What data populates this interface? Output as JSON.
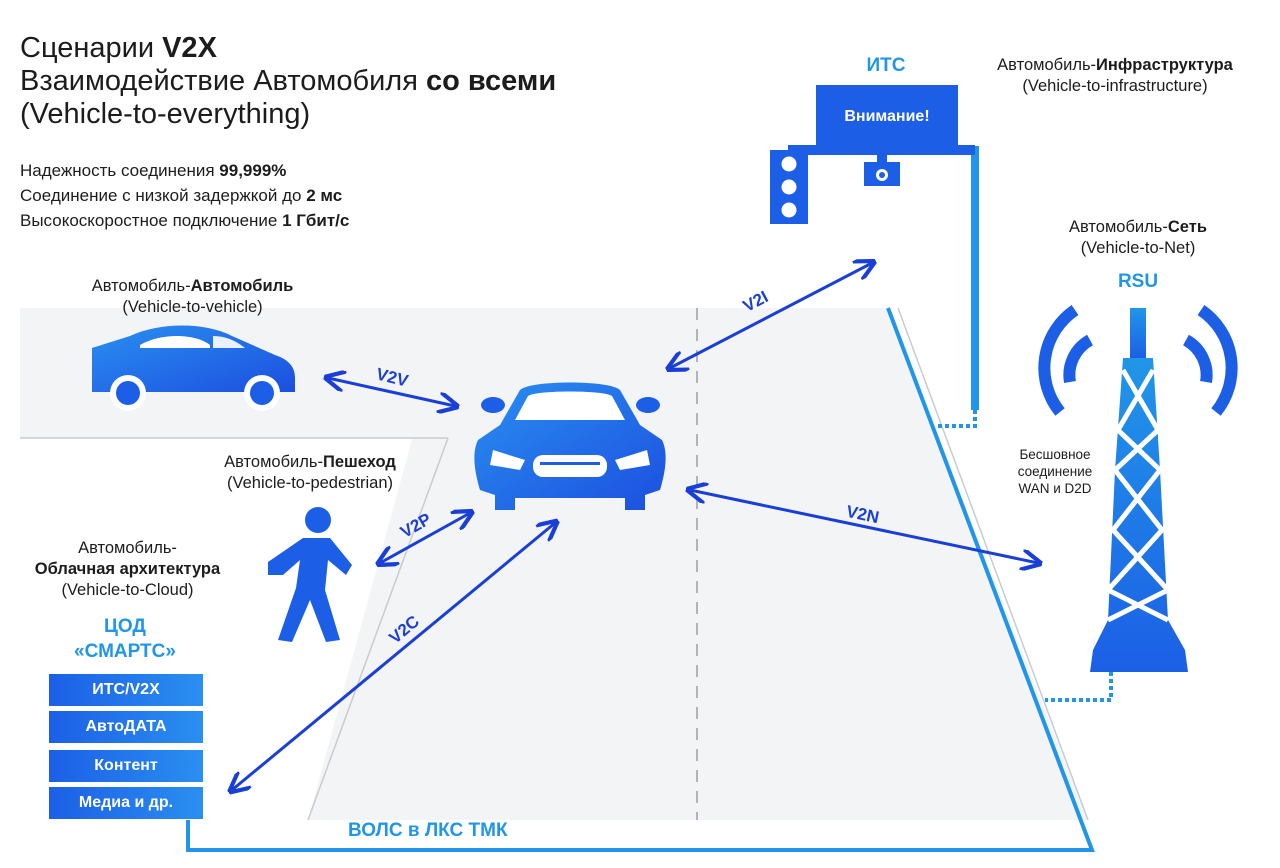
{
  "title": {
    "line1_normal": "Сценарии ",
    "line1_bold": "V2X",
    "line2_normal": "Взаимодействие Автомобиля ",
    "line2_bold": "со всеми",
    "line3": "(Vehicle-to-everything)"
  },
  "features": [
    {
      "text": "Надежность соединения ",
      "bold": "99,999%"
    },
    {
      "text": "Соединение с низкой задержкой до ",
      "bold": "2 мс"
    },
    {
      "text": "Высокоскоростное подключение ",
      "bold": "1 Гбит/с"
    }
  ],
  "v2v": {
    "normal": "Автомобиль-",
    "bold": "Автомобиль",
    "sub": "(Vehicle-to-vehicle)"
  },
  "v2p": {
    "normal": "Автомобиль-",
    "bold": "Пешеход",
    "sub": "(Vehicle-to-pedestrian)"
  },
  "v2c": {
    "normal": "Автомобиль-",
    "bold": "Облачная архитектура",
    "sub": "(Vehicle-to-Cloud)"
  },
  "v2i": {
    "normal": "Автомобиль-",
    "bold": "Инфраструктура",
    "sub": "(Vehicle-to-infrastructure)"
  },
  "v2n": {
    "normal": "Автомобиль-",
    "bold": "Сеть",
    "sub": "(Vehicle-to-Net)"
  },
  "its": {
    "title": "ИТС",
    "sign_text": "Внимание!"
  },
  "rsu": {
    "title": "RSU",
    "note_lines": [
      "Бесшовное",
      "соединение",
      "WAN и D2D"
    ]
  },
  "dc": {
    "title_line1": "ЦОД",
    "title_line2": "«СМАРТС»",
    "services": [
      "ИТС/V2X",
      "АвтоДАТА",
      "Контент",
      "Медиа и др."
    ]
  },
  "links": {
    "v2v": "V2V",
    "v2p": "V2P",
    "v2c": "V2C",
    "v2i": "V2I",
    "v2n": "V2N"
  },
  "fiber": "ВОЛС в ЛКС ТМК",
  "colors": {
    "accent_dark": "#1a3fd6",
    "accent_light": "#2196e8",
    "road": "#f3f4f5"
  }
}
